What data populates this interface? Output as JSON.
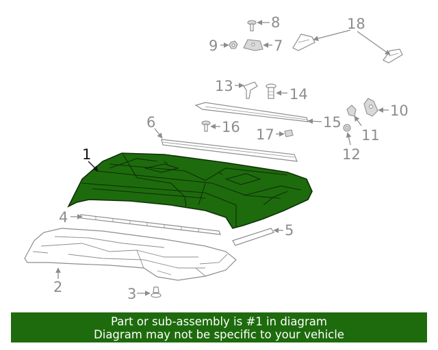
{
  "callouts": {
    "c1": "1",
    "c2": "2",
    "c3": "3",
    "c4": "4",
    "c5": "5",
    "c6": "6",
    "c7": "7",
    "c8": "8",
    "c9": "9",
    "c10": "10",
    "c11": "11",
    "c12": "12",
    "c13": "13",
    "c14": "14",
    "c15": "15",
    "c16": "16",
    "c17": "17",
    "c18": "18"
  },
  "banner": {
    "line1": "Part or sub-assembly is #1 in diagram",
    "line2": "Diagram may not be specific to your vehicle"
  },
  "colors": {
    "highlight_part": "#1e6b0d",
    "banner_bg": "#1e6b0d",
    "banner_text": "#ffffff",
    "line_gray": "#8c8c8c"
  }
}
